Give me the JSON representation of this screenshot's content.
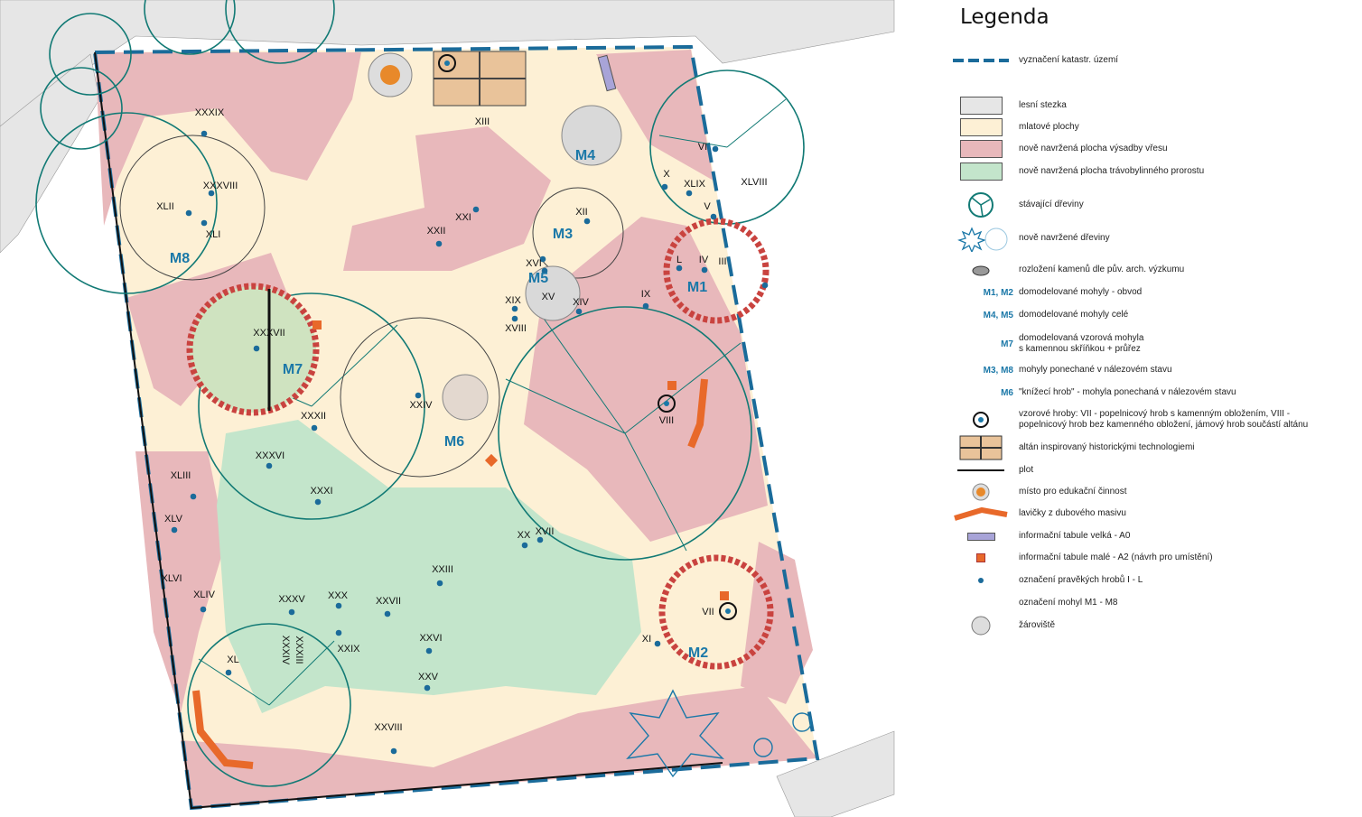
{
  "legend": {
    "title": "Legenda",
    "items": [
      {
        "label": "vyznačení katastr. území"
      },
      {
        "label": "lesní stezka",
        "color": "#e6e6e6"
      },
      {
        "label": "mlatové plochy",
        "color": "#fdf0d5"
      },
      {
        "label": "nově navržená plocha výsadby vřesu",
        "color": "#e8b8bb"
      },
      {
        "label": "nově navržená plocha trávobylinného prorostu",
        "color": "#c3e5cb"
      },
      {
        "label": "stávající dřeviny"
      },
      {
        "label": "nově navržené dřeviny"
      },
      {
        "label": "rozložení kamenů dle pův. arch. výzkumu"
      },
      {
        "code": "M1, M2",
        "label": "domodelované mohyly - obvod"
      },
      {
        "code": "M4, M5",
        "label": "domodelované mohyly celé"
      },
      {
        "code": "M7",
        "label": "domodelovaná vzorová mohyla",
        "label2": "s kamennou skříňkou +  průřez"
      },
      {
        "code": "M3, M8",
        "label": "mohyly ponechané v nálezovém stavu"
      },
      {
        "code": "M6",
        "label": "\"knížecí hrob\" - mohyla ponechaná v nálezovém stavu"
      },
      {
        "label": "vzorové hroby: VII - popelnicový hrob s kamenným obložením, VIII -",
        "label2": "popelnicový hrob bez kamenného obložení, jámový hrob součástí altánu"
      },
      {
        "label": "altán inspirovaný historickými technologiemi"
      },
      {
        "label": "plot"
      },
      {
        "label": "místo pro edukační činnost"
      },
      {
        "label": "lavičky z dubového masivu"
      },
      {
        "label": "informační tabule velká - A0"
      },
      {
        "label": "informační tabule malé - A2 (návrh pro umístění)"
      },
      {
        "label": "označení pravěkých hrobů I - L"
      },
      {
        "label": "označení mohyl M1 - M8"
      },
      {
        "label": "žároviště"
      }
    ]
  },
  "colors": {
    "accent": "#1b78a8",
    "tree": "#127a75",
    "heather": "#e8b8bb",
    "gravel": "#fdf0d5",
    "grass": "#c3e5cb",
    "path": "#e6e6e6",
    "orange": "#e8692a",
    "board": "#a8a4d8"
  },
  "map": {
    "mounds": [
      "M4",
      "M3",
      "M5",
      "M1",
      "M8",
      "M7",
      "M6",
      "M2"
    ],
    "graves": [
      "XXXIX",
      "XXXVIII",
      "XLII",
      "XLI",
      "XIII",
      "XXI",
      "XXII",
      "XII",
      "VI",
      "X",
      "XLIX",
      "XLVIII",
      "V",
      "L",
      "IV",
      "III",
      "XVI",
      "XV",
      "XIX",
      "XVIII",
      "XIV",
      "IX",
      "XXXVII",
      "XXXII",
      "XXIV",
      "VIII",
      "XXXVI",
      "XXXI",
      "XLIII",
      "XLV",
      "XX",
      "XVII",
      "XLVI",
      "XXIII",
      "XLIV",
      "XXXV",
      "XXX",
      "XXVII",
      "VII",
      "XXIX",
      "XXVI",
      "XI",
      "XL",
      "XXXIV",
      "XXXIII",
      "XXV",
      "XXVIII"
    ]
  }
}
